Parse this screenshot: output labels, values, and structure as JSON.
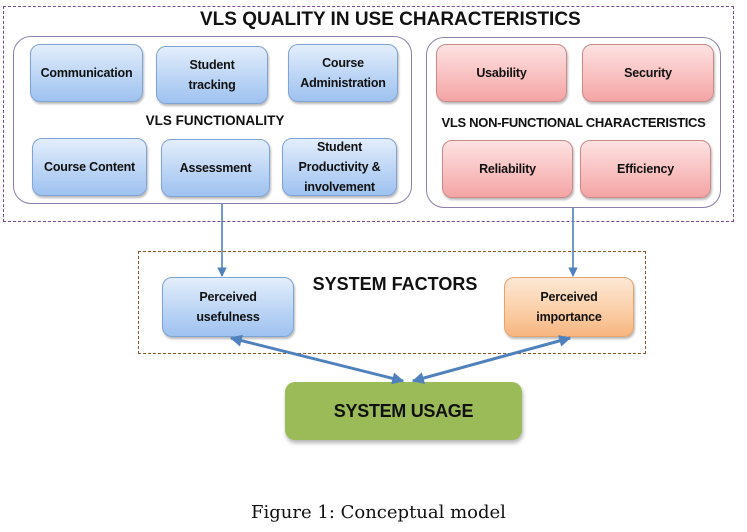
{
  "quality_in_use": {
    "title": "VLS QUALITY IN USE CHARACTERISTICS",
    "functionality": {
      "label": "VLS FUNCTIONALITY",
      "items": [
        {
          "label": "Communication"
        },
        {
          "label": "Student\ntracking"
        },
        {
          "label": "Course\nAdministration"
        },
        {
          "label": "Course Content"
        },
        {
          "label": "Assessment"
        },
        {
          "label": "Student\nProductivity &\ninvolvement"
        }
      ]
    },
    "non_functional": {
      "label": "VLS NON-FUNCTIONAL CHARACTERISTICS",
      "items": [
        {
          "label": "Usability"
        },
        {
          "label": "Security"
        },
        {
          "label": "Reliability"
        },
        {
          "label": "Efficiency"
        }
      ]
    }
  },
  "system_factors": {
    "title": "SYSTEM FACTORS",
    "items": [
      {
        "label": "Perceived\nusefulness"
      },
      {
        "label": "Perceived\nimportance"
      }
    ]
  },
  "system_usage": {
    "label": "SYSTEM USAGE"
  },
  "caption": "Figure 1: Conceptual model",
  "colors": {
    "functional_box": "#bcd5f5",
    "non_functional_box": "#f9c0c0",
    "usefulness_box": "#bcd5f5",
    "importance_box": "#fbcfa8",
    "usage_box": "#9bbb59",
    "arrow": "#4f81bd",
    "outer_dash": "#7a4a92",
    "factors_dash": "#8a5a2a"
  }
}
